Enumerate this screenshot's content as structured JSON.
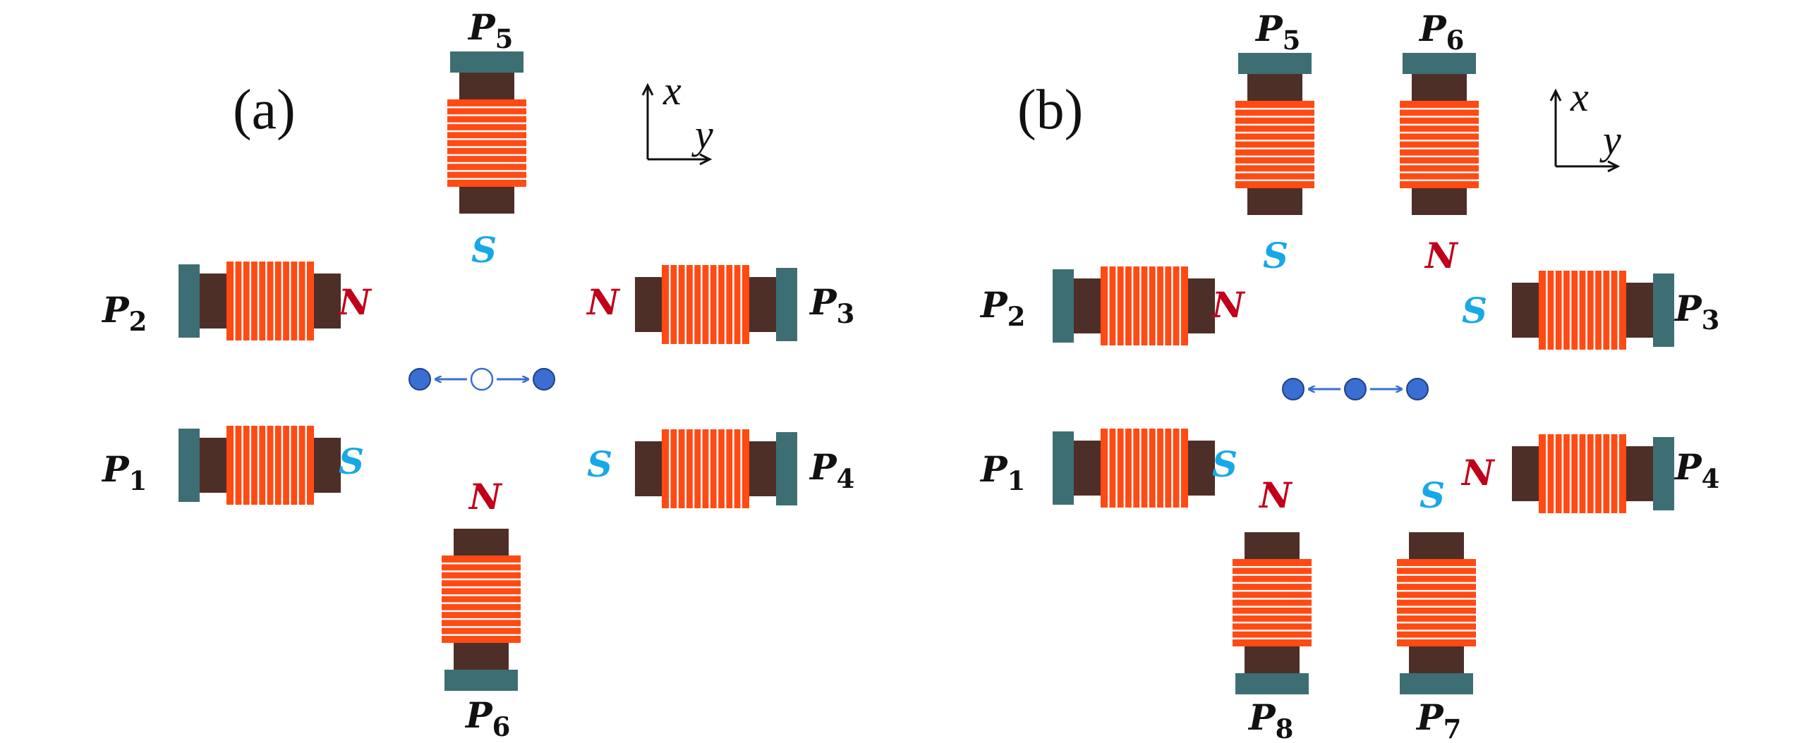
{
  "colors": {
    "core": "#4d2f27",
    "cap": "#3d6e74",
    "coil": "#ff4a14",
    "coil_gap": "#ffffff",
    "north": "#c0001a",
    "south": "#18a8e8",
    "ion": "#3a6fd1",
    "ion_edge": "#1f3f8a",
    "arrow": "#3a6fd1"
  },
  "panels": [
    {
      "label": "(a)",
      "axes": {
        "vertical": "x",
        "horizontal": "y"
      },
      "coils": [
        {
          "name": "P",
          "sub": "1",
          "pole": "S"
        },
        {
          "name": "P",
          "sub": "2",
          "pole": "N"
        },
        {
          "name": "P",
          "sub": "3",
          "pole": "N"
        },
        {
          "name": "P",
          "sub": "4",
          "pole": "S"
        },
        {
          "name": "P",
          "sub": "5",
          "pole": "S"
        },
        {
          "name": "P",
          "sub": "6",
          "pole": "N"
        }
      ],
      "center_ion": "hollow"
    },
    {
      "label": "(b)",
      "axes": {
        "vertical": "x",
        "horizontal": "y"
      },
      "coils": [
        {
          "name": "P",
          "sub": "1",
          "pole": "S"
        },
        {
          "name": "P",
          "sub": "2",
          "pole": "N"
        },
        {
          "name": "P",
          "sub": "3",
          "pole": "S"
        },
        {
          "name": "P",
          "sub": "4",
          "pole": "N"
        },
        {
          "name": "P",
          "sub": "5",
          "pole": "S"
        },
        {
          "name": "P",
          "sub": "6",
          "pole": "N"
        },
        {
          "name": "P",
          "sub": "7",
          "pole": "S"
        },
        {
          "name": "P",
          "sub": "8",
          "pole": "N"
        }
      ],
      "center_ion": "filled"
    }
  ]
}
